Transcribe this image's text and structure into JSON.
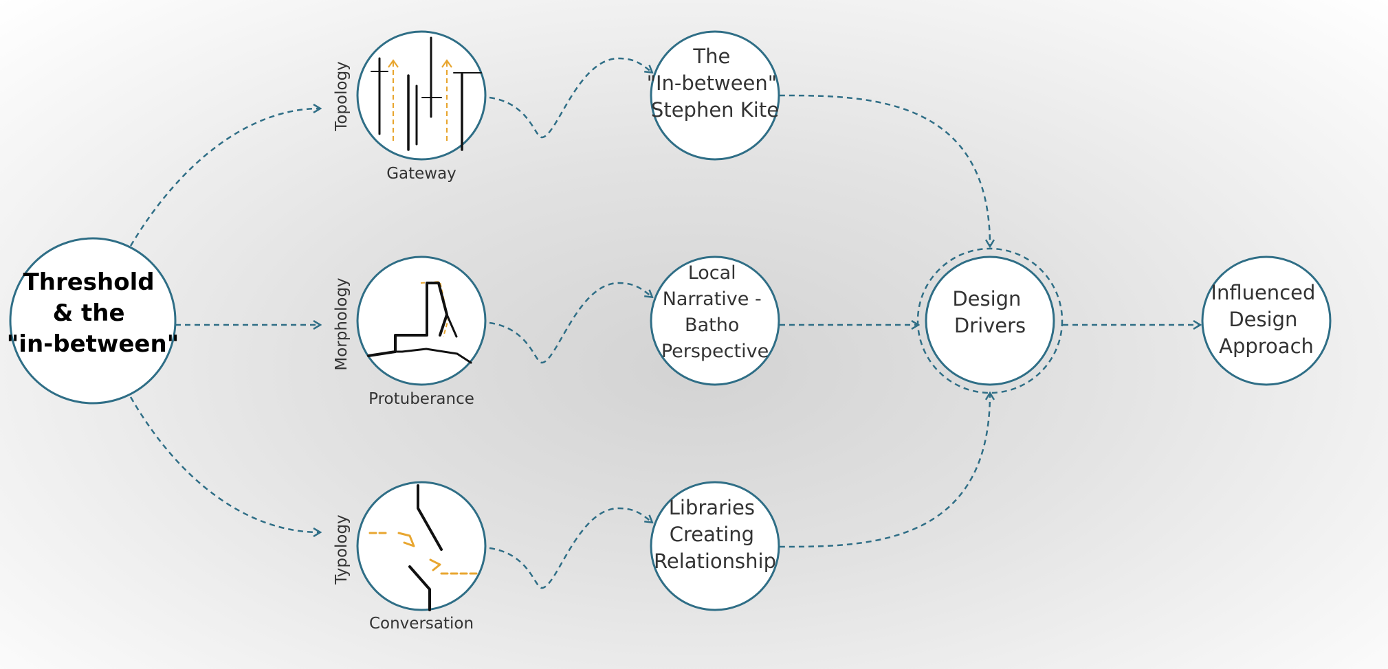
{
  "colors": {
    "circle_stroke": "#2f6e86",
    "connector": "#2f6e86",
    "icon_dark": "#111111",
    "icon_accent": "#e8a630",
    "text": "#333333"
  },
  "main_node": {
    "lines": [
      "Threshold",
      "& the",
      "\"in-between\""
    ]
  },
  "branches": [
    {
      "category": "Topology",
      "caption": "Gateway",
      "icon": "gateway-icon"
    },
    {
      "category": "Morphology",
      "caption": "Protuberance",
      "icon": "protuberance-icon"
    },
    {
      "category": "Typology",
      "caption": "Conversation",
      "icon": "conversation-icon"
    }
  ],
  "concepts": [
    {
      "lines": [
        "The",
        "\"In-between\"",
        "Stephen Kite"
      ]
    },
    {
      "lines": [
        "Local",
        "Narrative -",
        "Batho",
        "Perspective"
      ]
    },
    {
      "lines": [
        "Libraries",
        "Creating",
        "Relationship"
      ]
    }
  ],
  "drivers": {
    "lines": [
      "Design",
      "Drivers"
    ]
  },
  "outcome": {
    "lines": [
      "Influenced",
      "Design",
      "Approach"
    ]
  }
}
